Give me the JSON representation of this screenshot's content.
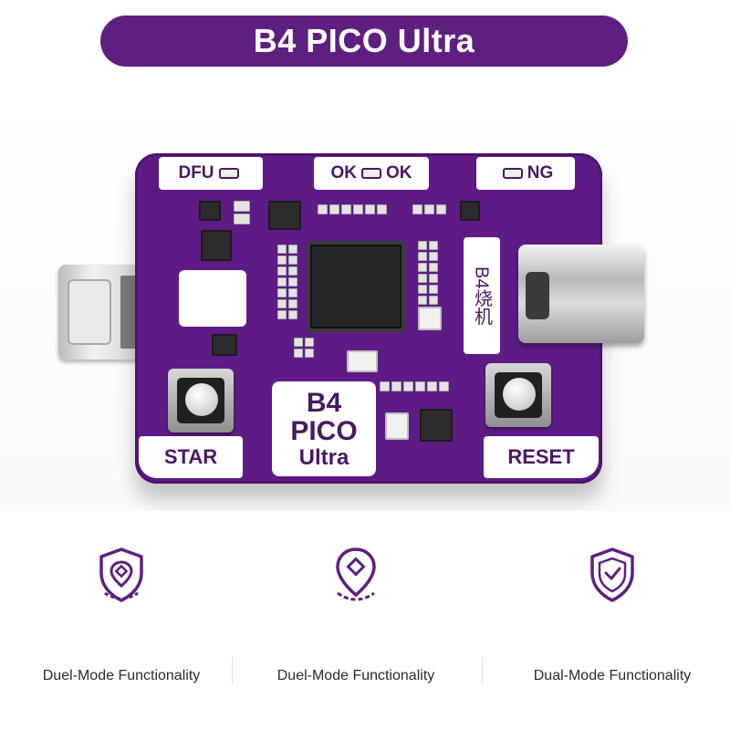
{
  "title": "B4 PICO Ultra",
  "board": {
    "labels": {
      "dfu": "DFU",
      "ok_left": "OK",
      "ok_right": "OK",
      "ng": "NG",
      "start": "STAR",
      "reset": "RESET",
      "center_line1": "B4",
      "center_line2": "PICO",
      "center_line3": "Ultra",
      "vertical": "B4烧机"
    }
  },
  "features": [
    {
      "icon": "shield-location-icon",
      "label": "Duel-Mode Functionality"
    },
    {
      "icon": "location-pin-icon",
      "label": "Duel-Mode Functionality"
    },
    {
      "icon": "shield-check-icon",
      "label": "Dual-Mode Functionality"
    }
  ],
  "colors": {
    "brand_purple": "#5f1f80",
    "board_purple": "#5e1b86"
  }
}
